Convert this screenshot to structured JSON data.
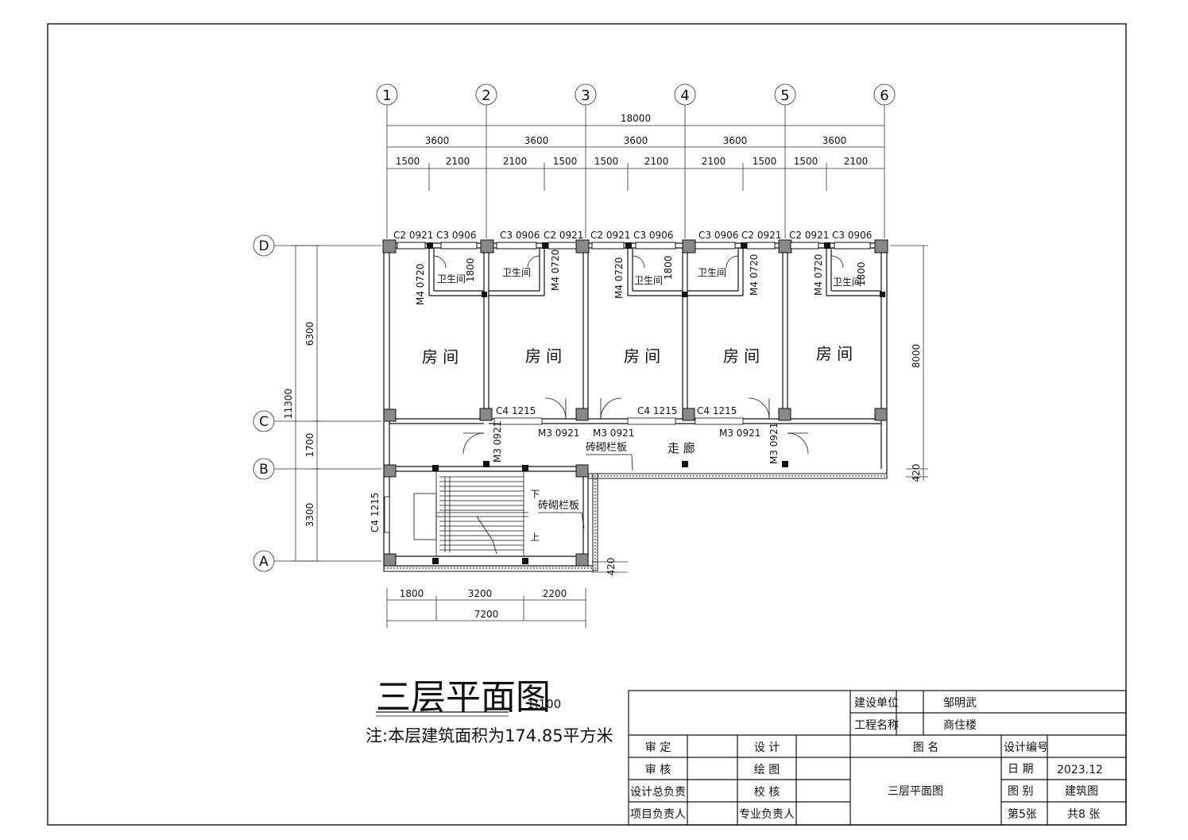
{
  "axes": {
    "columns": [
      "1",
      "2",
      "3",
      "4",
      "5",
      "6"
    ],
    "rows": [
      "D",
      "C",
      "B",
      "A"
    ]
  },
  "dimensions": {
    "top_total": "18000",
    "top_bays": [
      "3600",
      "3600",
      "3600",
      "3600",
      "3600"
    ],
    "top_sub": [
      "1500",
      "2100",
      "2100",
      "1500",
      "1500",
      "2100",
      "2100",
      "1500",
      "1500",
      "2100"
    ],
    "left_total": "11300",
    "left_parts": [
      "6300",
      "1700",
      "3300"
    ],
    "right_depth": "8000",
    "right_wall": "420",
    "bottom_parts": [
      "1800",
      "3200",
      "2200"
    ],
    "bottom_total": "7200",
    "bottom_wall": "420",
    "bath_depth": "1800"
  },
  "labels": {
    "windows_top": [
      "C2 0921",
      "C3 0906",
      "C3 0906",
      "C2 0921",
      "C2 0921",
      "C3 0906",
      "C3 0906",
      "C2 0921",
      "C2 0921",
      "C3 0906"
    ],
    "m4": "M4 0720",
    "bathroom": "卫生间",
    "room": "房 间",
    "c4": "C4 1215",
    "m3": "M3 0921",
    "parapet": "砖砌栏板",
    "corridor": "走 廊",
    "down": "下",
    "up": "上"
  },
  "title": {
    "main": "三层平面图",
    "scale": "1:100",
    "note": "注:本层建筑面积为174.85平方米"
  },
  "titleblock": {
    "client_label": "建设单位",
    "client_value": "邹明武",
    "project_label": "工程名称",
    "project_value": "商住楼",
    "sheet_name_label": "图 名",
    "sheet_name_value": "三层平面图",
    "design_no_label": "设计编号",
    "date_label": "日 期",
    "date_value": "2023.12",
    "category_label": "图 别",
    "category_value": "建筑图",
    "sheet_no": "第5张",
    "sheet_total": "共8 张",
    "left_roles": [
      "审 定",
      "审 核",
      "设计总负责",
      "项目负责人"
    ],
    "mid_roles": [
      "设 计",
      "绘 图",
      "校 核",
      "专业负责人"
    ]
  }
}
